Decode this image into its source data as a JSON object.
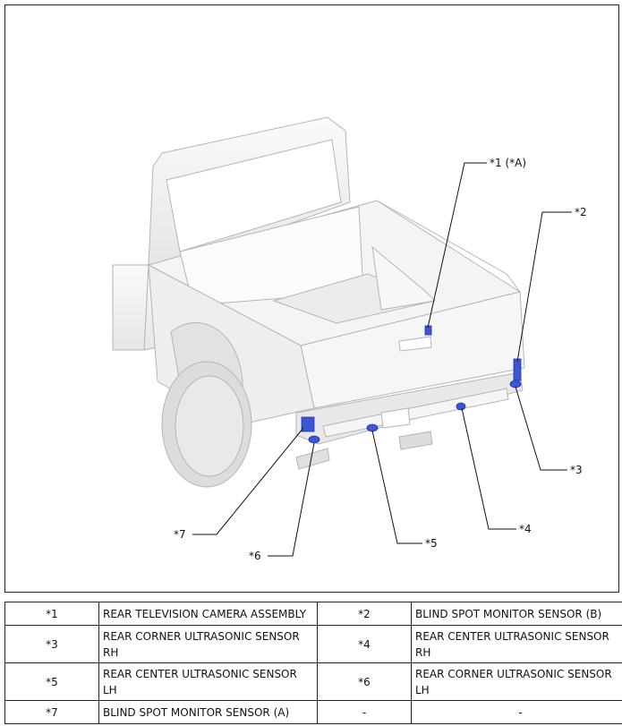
{
  "callouts": {
    "c1": "*1 (*A)",
    "c2": "*2",
    "c3": "*3",
    "c4": "*4",
    "c5": "*5",
    "c6": "*6",
    "c7": "*7"
  },
  "legend": [
    {
      "num_a": "*1",
      "desc_a": "REAR TELEVISION CAMERA ASSEMBLY",
      "num_b": "*2",
      "desc_b": "BLIND SPOT MONITOR SENSOR (B)"
    },
    {
      "num_a": "*3",
      "desc_a": "REAR CORNER ULTRASONIC SENSOR RH",
      "num_b": "*4",
      "desc_b": "REAR CENTER ULTRASONIC SENSOR RH"
    },
    {
      "num_a": "*5",
      "desc_a": "REAR CENTER ULTRASONIC SENSOR LH",
      "num_b": "*6",
      "desc_b": "REAR CORNER ULTRASONIC SENSOR LH"
    },
    {
      "num_a": "*7",
      "desc_a": "BLIND SPOT MONITOR SENSOR (A)",
      "num_b": "-",
      "desc_b": "-"
    }
  ],
  "colors": {
    "sensor_highlight": "#3a56d4",
    "outline": "#b8b8b8",
    "body_fill": "#f2f2f2"
  }
}
